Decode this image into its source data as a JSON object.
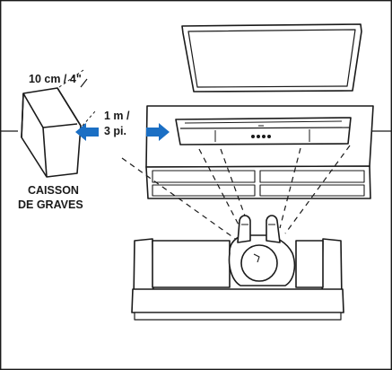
{
  "labels": {
    "sub_distance": "10 cm / 4\"",
    "speaker_distance_line1": "1 m /",
    "speaker_distance_line2": "3 pi.",
    "subwoofer_line1": "CAISSON",
    "subwoofer_line2": "DE GRAVES"
  },
  "colors": {
    "line": "#1a1a1a",
    "arrow": "#1b6fc4",
    "background": "#ffffff"
  },
  "icons": {
    "left_arrow": "arrow-left-icon",
    "right_arrow": "arrow-right-icon"
  }
}
